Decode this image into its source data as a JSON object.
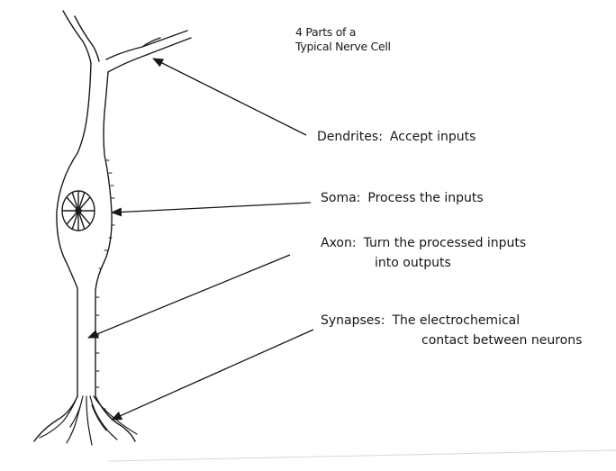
{
  "title": {
    "line1": "4 Parts of a",
    "line2": "Typical Nerve Cell"
  },
  "labels": {
    "dendrites": {
      "term": "Dendrites",
      "desc": "Accept inputs"
    },
    "soma": {
      "term": "Soma",
      "desc": "Process the inputs"
    },
    "axon": {
      "term": "Axon",
      "desc_line1": "Turn the processed inputs",
      "desc_line2": "into outputs"
    },
    "synapses": {
      "term": "Synapses",
      "desc_line1": "The electrochemical",
      "desc_line2": "contact between neurons"
    }
  },
  "separator": ":",
  "colors": {
    "ink": "#161616",
    "background": "#ffffff"
  }
}
